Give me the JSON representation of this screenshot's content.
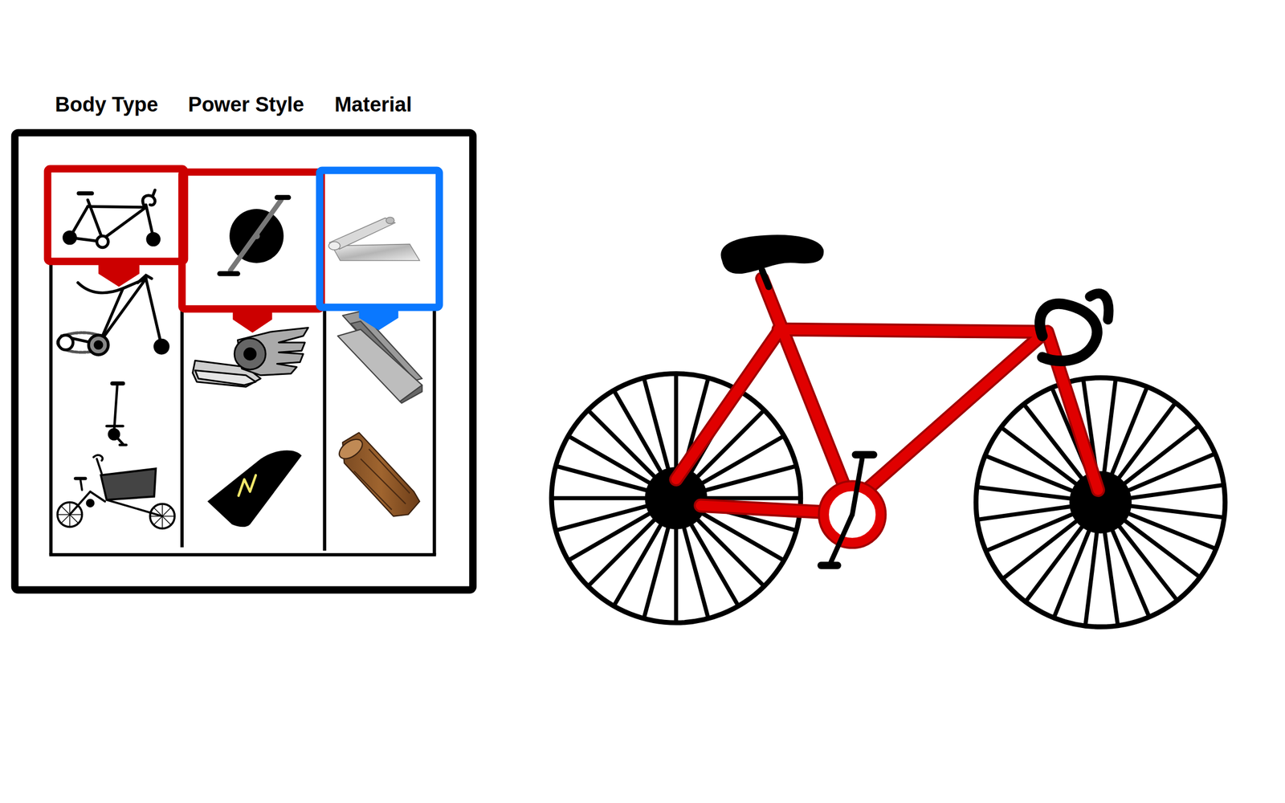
{
  "diagram": {
    "labels": [
      "Body Type",
      "Power Style",
      "Material"
    ]
  }
}
